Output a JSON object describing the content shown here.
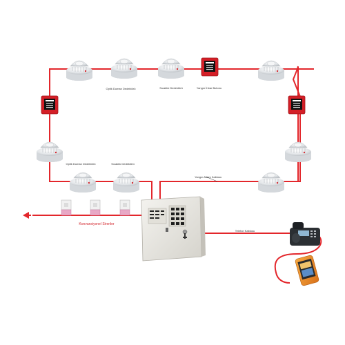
{
  "labels": {
    "optical_detector_top": "Optik Duman Dedektörü",
    "heat_detector_top": "Sıcaklık Dedektörü",
    "fire_button_top": "Yangın İhbar Butonu",
    "optical_detector_bottom": "Optik Duman Dedektörü",
    "heat_detector_bottom": "Sıcaklık Dedektörü",
    "fire_alarm_cable": "Yangın Alarm Kablosu",
    "concentrator_sirens": "Konvansiyonel Sirenler",
    "phone_cable": "Telefon Kablosu"
  },
  "devices": {
    "smoke_detectors": 9,
    "manual_call_points": 3,
    "sirens": 3,
    "control_panel": 1,
    "desk_phone": 1,
    "mobile_phone": 1
  },
  "colors": {
    "wire": "#e3262b",
    "call_point": "#d41f27",
    "detector": "#e8eaec",
    "panel": "#eceae4",
    "phone": "#2b2f33",
    "mobile": "#f39322"
  }
}
